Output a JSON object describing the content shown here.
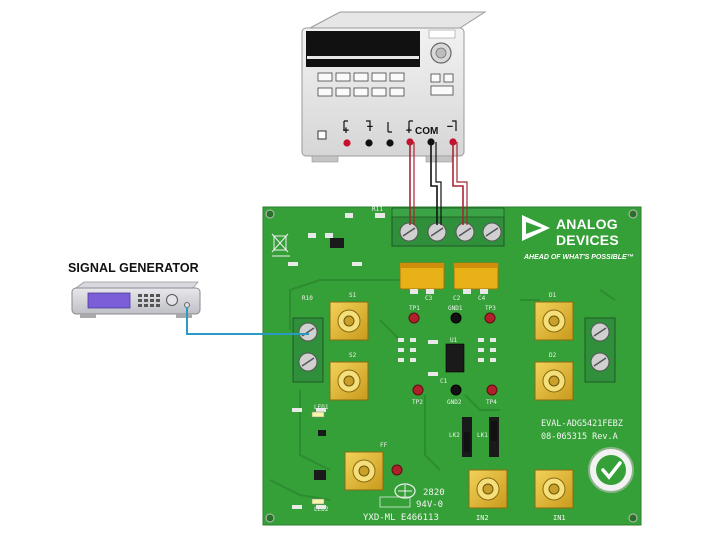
{
  "signal_generator": {
    "label": "SIGNAL GENERATOR"
  },
  "power_supply": {
    "com_label": "COM",
    "terminal_symbols": [
      "+",
      "−",
      "+",
      "−"
    ],
    "terminal_colors": {
      "positive": "#c8102e",
      "negative": "#111111"
    }
  },
  "board": {
    "logo_line1": "ANALOG",
    "logo_line2": "DEVICES",
    "tagline": "AHEAD OF WHAT'S POSSIBLE™",
    "part_number": "EVAL-ADG5421FEBZ",
    "revision": "08-065315 Rev.A",
    "ul_text": "94V-0",
    "ul_number": "YXD-ML E466113",
    "date_code": "2820",
    "connector_labels": {
      "in2": "IN2",
      "in1": "IN1"
    },
    "small_labels": {
      "s1": "S1",
      "s2": "S2",
      "d1": "D1",
      "d2": "D2",
      "gnd1": "GND1",
      "gnd2": "GND2",
      "tp1": "TP1",
      "tp2": "TP2",
      "tp3": "TP3",
      "tp4": "TP4",
      "ff": "FF",
      "c1": "C1",
      "c2": "C2",
      "c3": "C3",
      "c4": "C4",
      "u1": "U1",
      "r10": "R10",
      "r11": "R11",
      "led1": "LED1",
      "led2": "LED2",
      "lk1": "LK1",
      "lk2": "LK2"
    },
    "colors": {
      "pcb": "#36a038",
      "pcb_dark": "#2c8a30",
      "gold": "#e0bd38"
    }
  },
  "cables": {
    "probe_color": "#2a9bc4",
    "red_color": "#a82635",
    "black_color": "#111111"
  }
}
